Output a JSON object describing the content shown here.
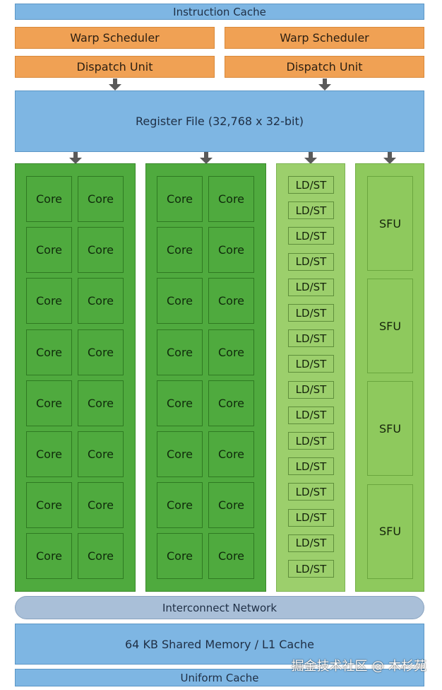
{
  "instruction_cache": "Instruction Cache",
  "left": {
    "warp_scheduler": "Warp Scheduler",
    "dispatch_unit": "Dispatch Unit"
  },
  "right": {
    "warp_scheduler": "Warp Scheduler",
    "dispatch_unit": "Dispatch Unit"
  },
  "register_file": "Register File (32,768 x 32-bit)",
  "core_label": "Core",
  "ldst_label": "LD/ST",
  "sfu_label": "SFU",
  "interconnect": "Interconnect Network",
  "shared_memory": "64 KB Shared Memory / L1 Cache",
  "uniform_cache": "Uniform Cache",
  "watermark": "掘金技术社区 @ 木杉苑",
  "counts": {
    "core_columns": 2,
    "core_rows": 8,
    "cores_per_row": 2,
    "ldst_units": 16,
    "sfu_units": 4
  }
}
